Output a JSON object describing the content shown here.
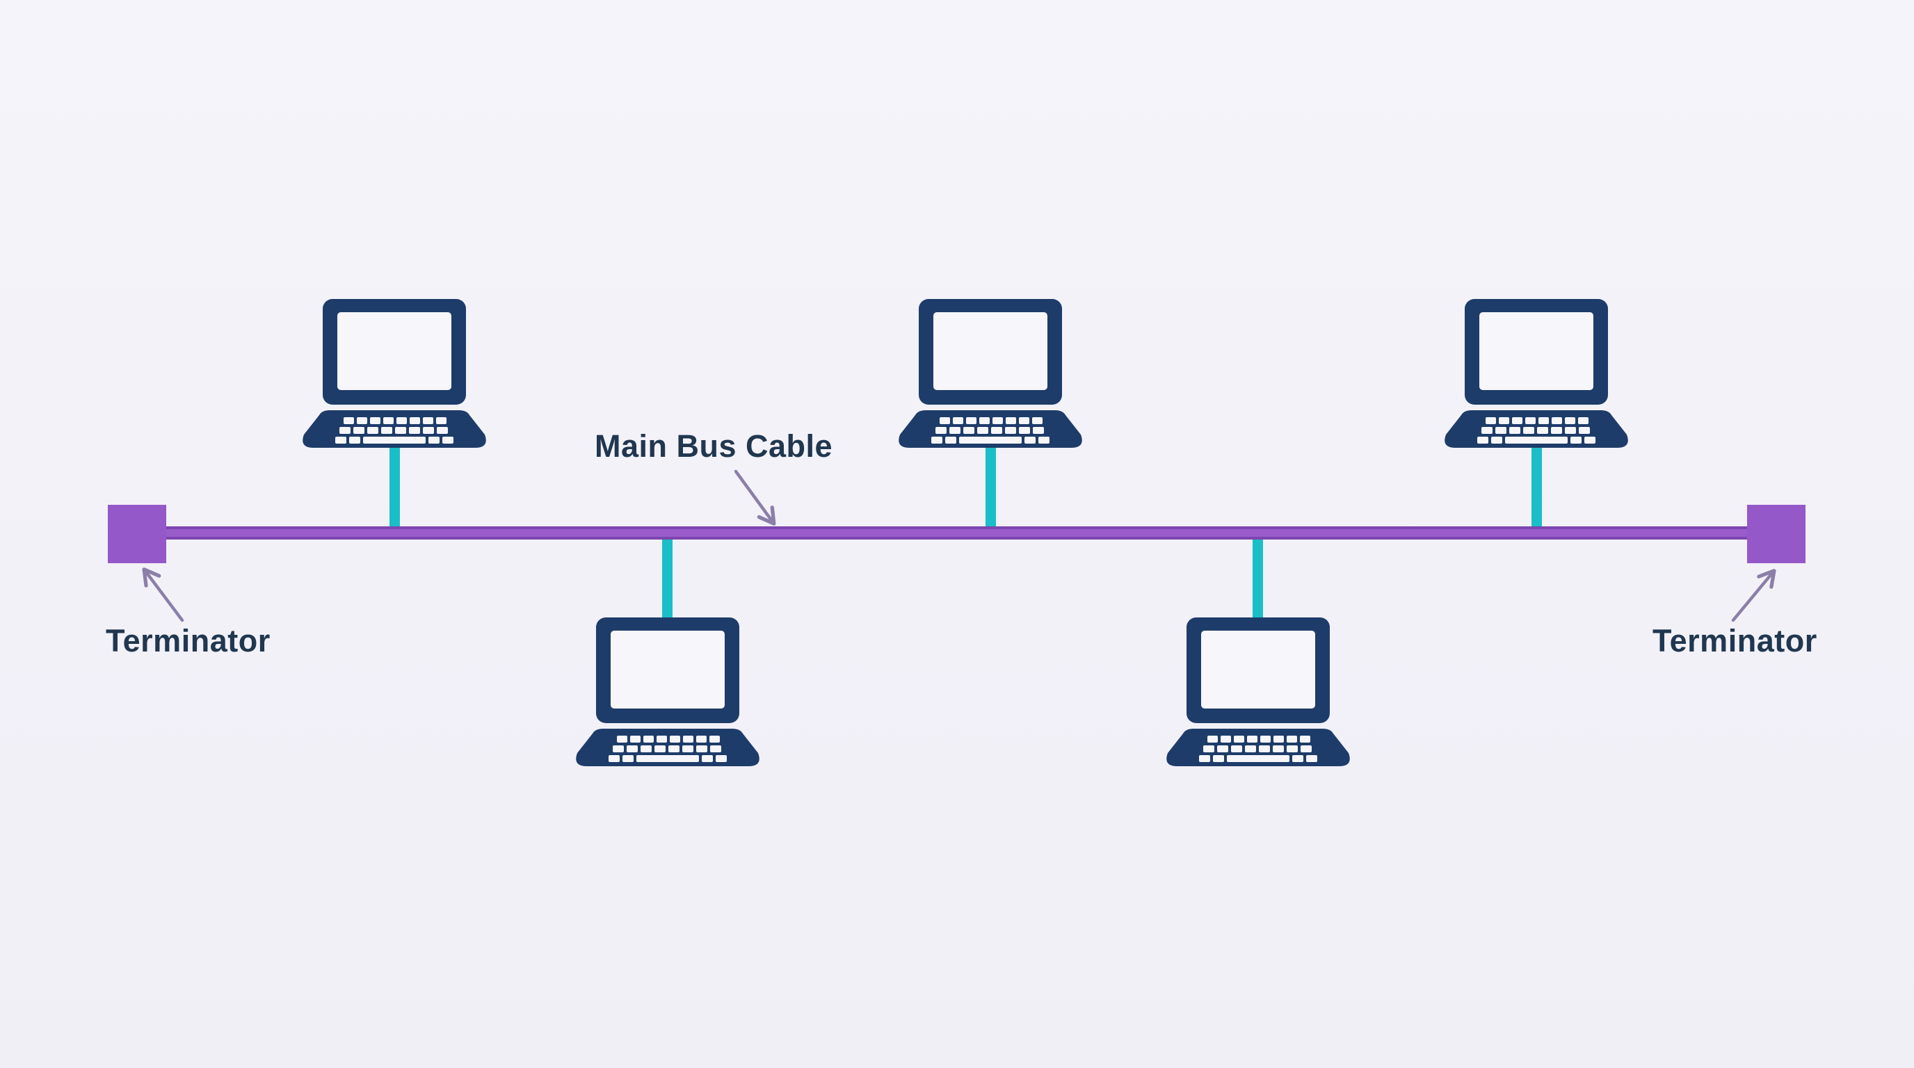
{
  "diagram": {
    "type": "bus-network-topology",
    "labels": {
      "bus_cable": "Main Bus Cable",
      "terminator_left": "Terminator",
      "terminator_right": "Terminator"
    },
    "nodes": [
      {
        "id": "computer-1",
        "kind": "laptop",
        "side": "above-bus"
      },
      {
        "id": "computer-2",
        "kind": "laptop",
        "side": "below-bus"
      },
      {
        "id": "computer-3",
        "kind": "laptop",
        "side": "above-bus"
      },
      {
        "id": "computer-4",
        "kind": "laptop",
        "side": "below-bus"
      },
      {
        "id": "computer-5",
        "kind": "laptop",
        "side": "above-bus"
      }
    ],
    "terminators": 2,
    "colors": {
      "background": "#f3f2f8",
      "bus_cable": "#9a5ccb",
      "bus_cable_edge": "#7c45af",
      "terminator": "#9558c8",
      "drop_line": "#1abec9",
      "computer_body": "#1e3c69",
      "computer_screen": "#f6f6fb",
      "label_text": "#20374f",
      "arrow": "#8b7fa9"
    }
  }
}
